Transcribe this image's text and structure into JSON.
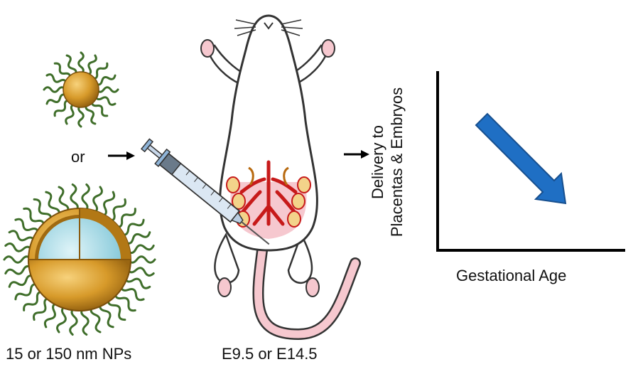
{
  "labels": {
    "or": "or",
    "nanoparticles": "15 or 150 nm NPs",
    "gestational_stage": "E9.5 or E14.5",
    "x_axis": "Gestational Age",
    "y_axis_line1": "Delivery to",
    "y_axis_line2": "Placentas & Embryos"
  },
  "colors": {
    "nanoparticle_gold": "#d79a2a",
    "nanoparticle_core": "#a8dde8",
    "polymer_green": "#3f6e2a",
    "vessel_red": "#c71a1a",
    "embryo_yellow": "#f3d38a",
    "mouse_pink": "#f6c8cf",
    "trend_arrow_blue": "#1f6fc4"
  },
  "icons": [
    "small-nanoparticle-icon",
    "large-nanoparticle-icon",
    "syringe-icon",
    "pregnant-mouse-icon",
    "decreasing-trend-arrow-icon"
  ]
}
